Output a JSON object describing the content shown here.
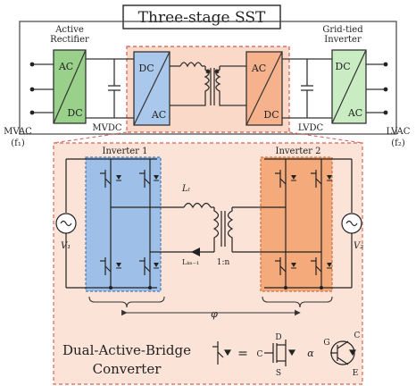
{
  "title": "Three-stage SST",
  "blocks": {
    "active_rectifier": {
      "label_line1": "Active",
      "label_line2": "Rectifier",
      "top": "AC",
      "bottom": "DC",
      "color": "#9ad18a"
    },
    "dab_primary": {
      "top": "DC",
      "bottom": "AC",
      "color": "#a9c8ec"
    },
    "dab_secondary": {
      "top": "AC",
      "bottom": "DC",
      "color": "#f6b28c"
    },
    "grid_tied_inverter": {
      "label_line1": "Grid-tied",
      "label_line2": "Inverter",
      "top": "DC",
      "bottom": "AC",
      "color": "#c9ecc2"
    }
  },
  "labels": {
    "mvdc": "MVDC",
    "lvdc": "LVDC",
    "mvac_line1": "MVAC",
    "mvac_line2": "(f₁)",
    "lvac_line1": "LVAC",
    "lvac_line2": "(f₂)"
  },
  "detail": {
    "inverter1": "Inverter 1",
    "inverter2": "Inverter 2",
    "inductor": "Lₗ",
    "leakage": "Lₖₙ₋₁",
    "ratio": "1:n",
    "v1": "V₁",
    "v2": "V₂",
    "phase": "φ",
    "caption_line1": "Dual-Active-Bridge",
    "caption_line2": "Converter",
    "equals": "=",
    "legend_c": "C",
    "legend_d": "D",
    "legend_s": "S",
    "legend_alpha": "α",
    "legend_g": "G",
    "legend_c2": "C",
    "legend_e": "E"
  },
  "colors": {
    "panel_bg": "#fbe3d8",
    "panel_border": "#e07a6a",
    "inverter1_fill": "#9ec0e8",
    "inverter2_fill": "#f4aa7a"
  }
}
